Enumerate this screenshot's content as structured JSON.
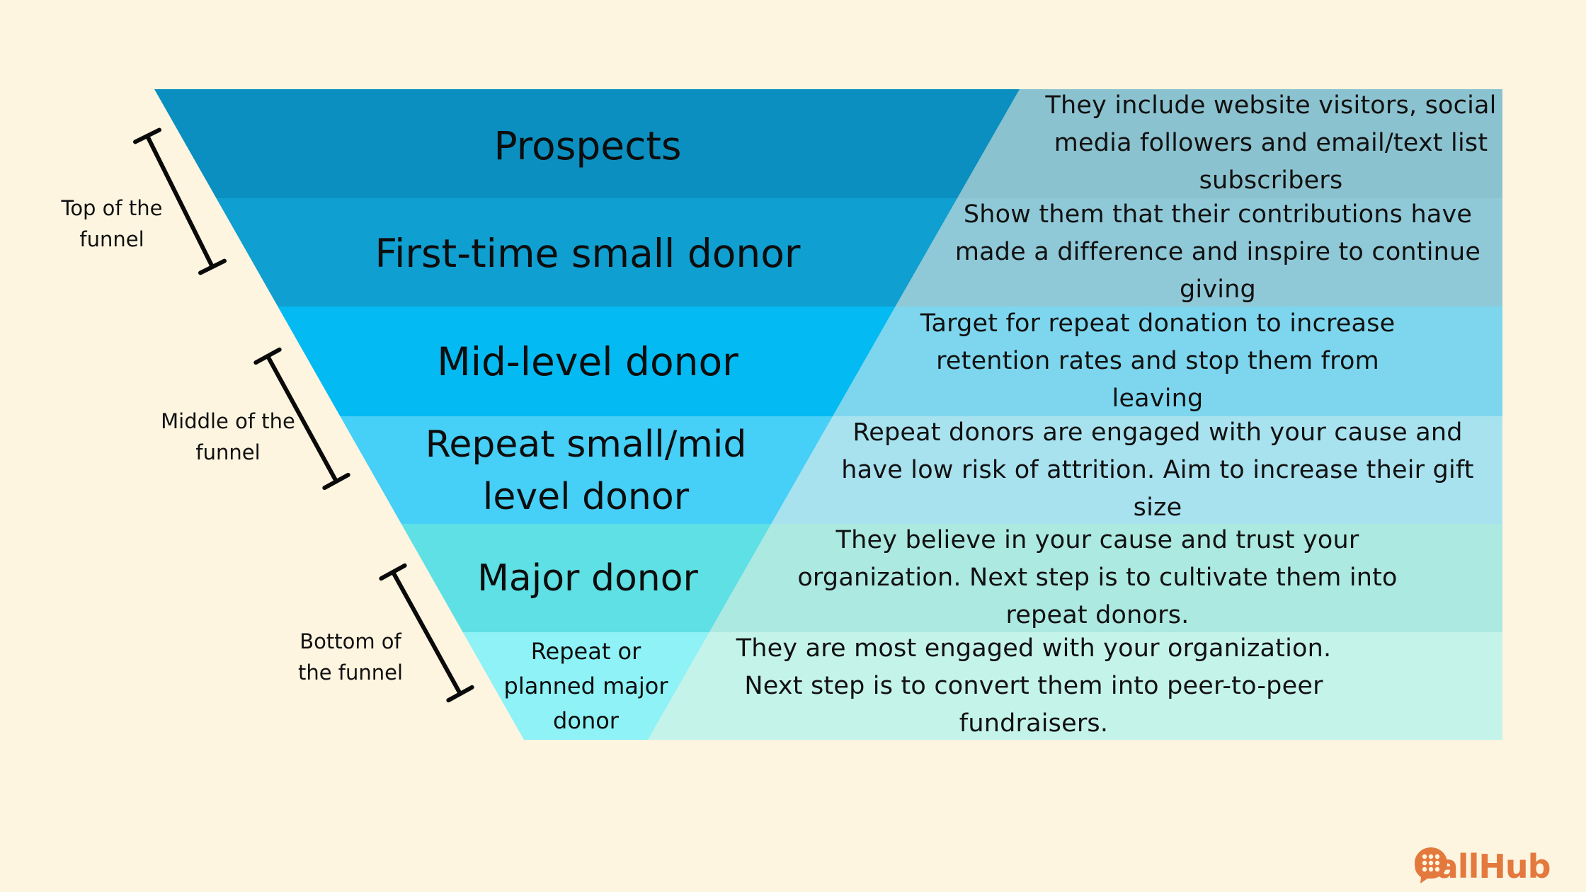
{
  "bands": [
    {
      "label": "Prospects",
      "description": "They include website visitors, social media followers and email/text list subscribers",
      "funnel_color": "#0a8fc0",
      "panel_color": "#8bc2cf"
    },
    {
      "label": "First-time small donor",
      "description": "Show them that their contributions have made a difference and inspire to continue giving",
      "funnel_color": "#0f9fd0",
      "panel_color": "#8fc9d8"
    },
    {
      "label": "Mid-level donor",
      "description": "Target for repeat donation to increase retention rates and stop them from leaving",
      "funnel_color": "#03baf2",
      "panel_color": "#7dd6ee"
    },
    {
      "label": "Repeat small/mid level donor",
      "description": "Repeat donors are engaged with your cause and have low risk of attrition. Aim to increase their gift size",
      "funnel_color": "#46cff7",
      "panel_color": "#a8e2ef"
    },
    {
      "label": "Major donor",
      "description": "They believe in your cause and trust your organization. Next step is to cultivate them into repeat donors.",
      "funnel_color": "#5ee0e4",
      "panel_color": "#ace9e1"
    },
    {
      "label": "Repeat or planned major donor",
      "description": "They are most engaged with your organization. Next step is to convert them into peer-to-peer fundraisers.",
      "funnel_color": "#8ef2f6",
      "panel_color": "#c4f3e9"
    }
  ],
  "stages": [
    {
      "label": "Top of the funnel"
    },
    {
      "label": "Middle of the funnel"
    },
    {
      "label": "Bottom of the funnel"
    }
  ],
  "logo": {
    "text": "CallHub",
    "icon": "callhub-chat-icon",
    "color": "#e4793e"
  }
}
